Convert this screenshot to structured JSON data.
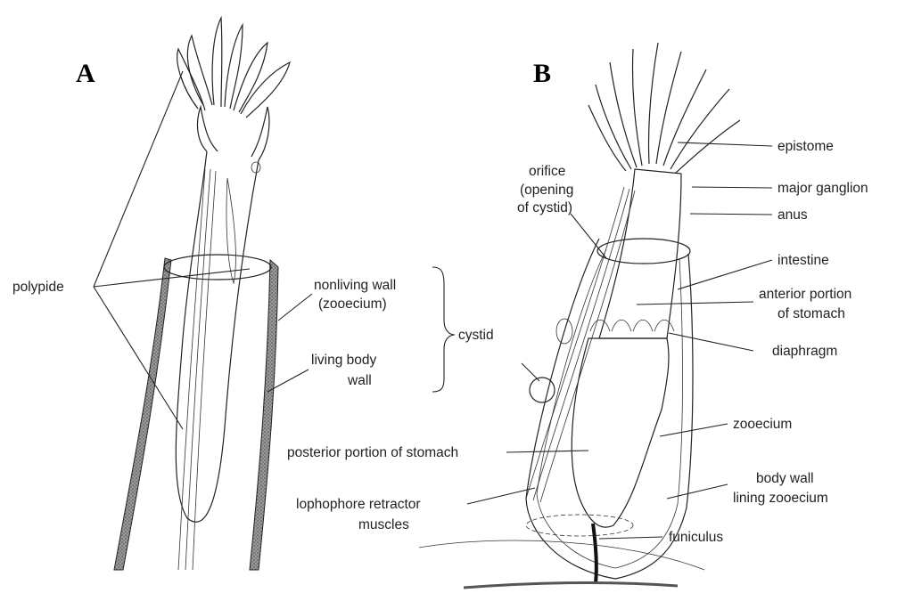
{
  "panels": {
    "a": "A",
    "b": "B"
  },
  "labels_a": {
    "polypide": "polypide",
    "nonliving_wall_1": "nonliving wall",
    "nonliving_wall_2": "(zooecium)",
    "living_body_wall_1": "living body",
    "living_body_wall_2": "wall",
    "cystid": "cystid"
  },
  "labels_b": {
    "orifice_1": "orifice",
    "orifice_2": "(opening",
    "orifice_3": "of cystid)",
    "epistome": "epistome",
    "major_ganglion": "major ganglion",
    "anus": "anus",
    "intestine": "intestine",
    "anterior_stomach_1": "anterior portion",
    "anterior_stomach_2": "of stomach",
    "diaphragm": "diaphragm",
    "zooecium": "zooecium",
    "body_wall_1": "body wall",
    "body_wall_2": "lining zooecium",
    "posterior_stomach": "posterior portion of stomach",
    "retractor_1": "lophophore retractor",
    "retractor_2": "muscles",
    "funiculus": "funiculus"
  },
  "colors": {
    "ink": "#222222",
    "stipple": "#bdbdbd",
    "paper": "#ffffff"
  }
}
